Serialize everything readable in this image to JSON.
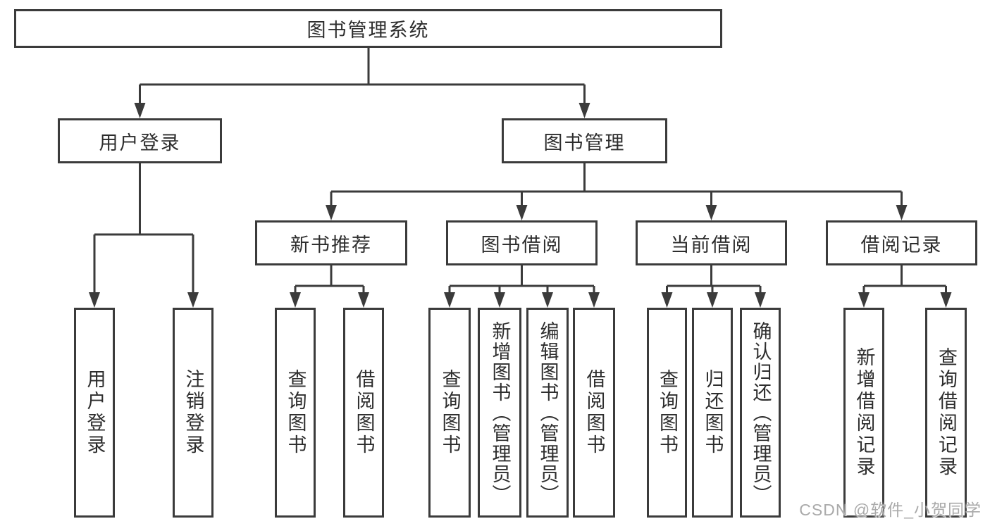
{
  "tree": {
    "root": "图书管理系统",
    "branches": [
      {
        "label": "用户登录",
        "leaves": [
          "用户登录",
          "注销登录"
        ]
      },
      {
        "label": "图书管理",
        "groups": [
          {
            "label": "新书推荐",
            "leaves": [
              "查询图书",
              "借阅图书"
            ]
          },
          {
            "label": "图书借阅",
            "leaves": [
              "查询图书",
              "新增图书（管理员）",
              "编辑图书（管理员）",
              "借阅图书"
            ]
          },
          {
            "label": "当前借阅",
            "leaves": [
              "查询图书",
              "归还图书",
              "确认归还（管理员）"
            ]
          },
          {
            "label": "借阅记录",
            "leaves": [
              "新增借阅记录",
              "查询借阅记录"
            ]
          }
        ]
      }
    ]
  },
  "watermark": "CSDN @软件_小贺同学",
  "colors": {
    "line": "#3b3b3b",
    "text": "#2d2d2d",
    "watermark": "#aaaaaa",
    "background": "#ffffff"
  }
}
